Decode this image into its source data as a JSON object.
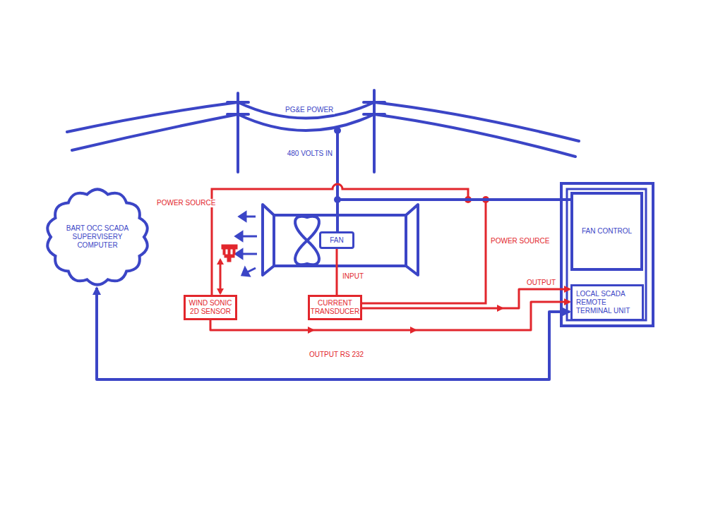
{
  "diagram": {
    "nodes": [
      {
        "text": [
          "BART OCC SCADA SUPERVISERY COMPUTER"
        ]
      },
      {
        "text": [
          "FAN"
        ]
      },
      {
        "text": [
          "WIND SONIC 2D SENSOR"
        ]
      },
      {
        "text": [
          "CURRENT TRANSDUCER"
        ]
      },
      {
        "text": [
          "FAN CONTROL"
        ]
      },
      {
        "text": [
          "LOCAL SCADA REMOTE TERMINAL UNIT"
        ]
      }
    ],
    "edges": [
      {
        "from": 4,
        "to": 1,
        "arrow": "none"
      },
      {
        "from": 1,
        "to": 3,
        "label": "INPUT",
        "arrow": "none"
      },
      {
        "from": 3,
        "to": 5,
        "label": "OUTPUT",
        "arrow": "to"
      },
      {
        "from": 2,
        "to": 5,
        "label": "OUTPUT RS 232",
        "arrow": "to"
      },
      {
        "from": 5,
        "to": 0,
        "arrow": "both"
      }
    ],
    "labels": [
      "PG&E POWER",
      "480 VOLTS IN",
      "POWER SOURCE",
      "POWER SOURCE"
    ]
  }
}
